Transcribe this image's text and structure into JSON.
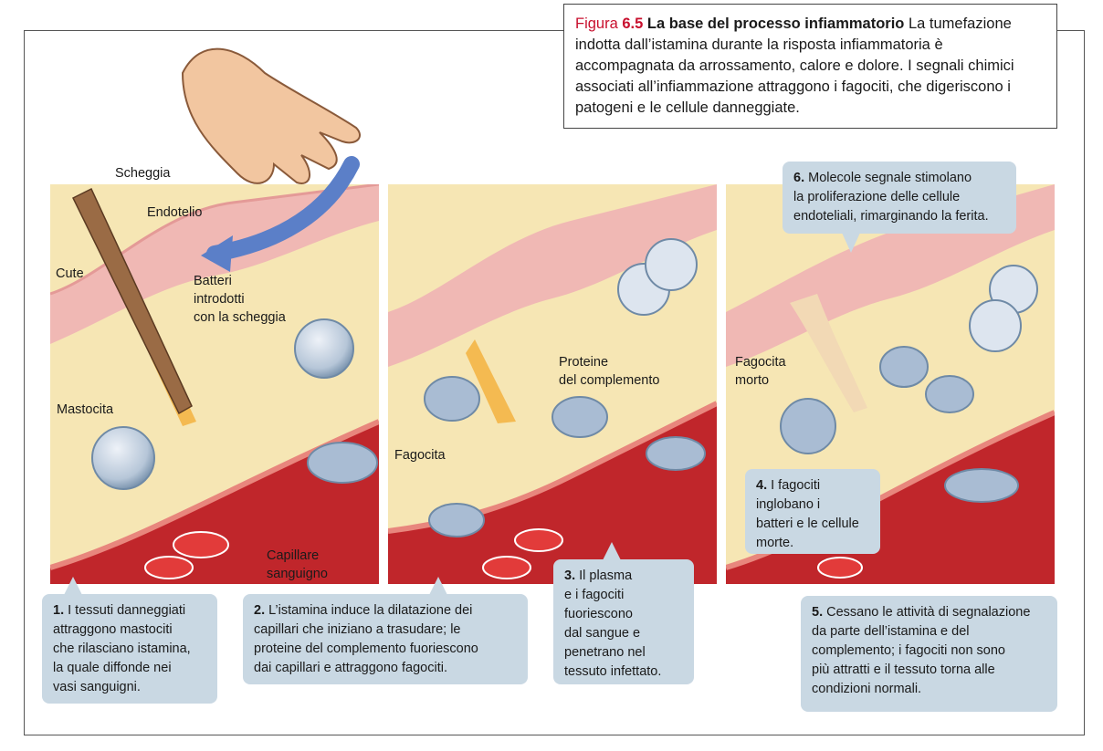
{
  "caption": {
    "figure_label": "Figura ",
    "figure_number": "6.5",
    "title": " La base del processo infiammatorio",
    "text": " La tumefazione indotta dall’istamina durante la risposta infiammatoria è accompagnata da arrossamento, calore e dolore. I segnali chimici associati all’infiammazione attraggono i fagociti, che digeriscono i patogeni e le cellule danneggiate."
  },
  "labels": {
    "scheggia": "Scheggia",
    "endotelio": "Endotelio",
    "cute": "Cute",
    "batteri_1": "Batteri",
    "batteri_2": "introdotti",
    "batteri_3": "con la scheggia",
    "mastocita": "Mastocita",
    "capillare_1": "Capillare",
    "capillare_2": "sanguigno",
    "proteine_1": "Proteine",
    "proteine_2": "del complemento",
    "fagocita": "Fagocita",
    "fagocita_morto_1": "Fagocita",
    "fagocita_morto_2": "morto"
  },
  "steps": {
    "s1": {
      "num": "1.",
      "lines": [
        " I tessuti danneggiati",
        "attraggono mastociti",
        "che rilasciano istamina,",
        "la quale diffonde nei",
        "vasi sanguigni."
      ]
    },
    "s2": {
      "num": "2.",
      "lines": [
        " L’istamina induce la dilatazione dei",
        "capillari che iniziano a trasudare; le",
        "proteine del complemento fuoriescono",
        "dai capillari e attraggono fagociti."
      ]
    },
    "s3": {
      "num": "3.",
      "lines": [
        " Il plasma",
        "e i fagociti",
        "fuoriescono",
        "dal sangue e",
        "penetrano nel",
        "tessuto infettato."
      ]
    },
    "s4": {
      "num": "4.",
      "lines": [
        " I fagociti",
        "inglobano i",
        "batteri e le cellule",
        "morte."
      ]
    },
    "s5": {
      "num": "5.",
      "lines": [
        " Cessano le attività di segnalazione",
        "da parte dell’istamina e del",
        "complemento; i fagociti non sono",
        "più attratti e il tessuto torna alle",
        "condizioni normali."
      ]
    },
    "s6": {
      "num": "6.",
      "lines": [
        " Molecole segnale stimolano",
        "la proliferazione delle cellule",
        "endoteliali, rimarginando la ferita."
      ]
    }
  },
  "colors": {
    "accent_red": "#c8102e",
    "box_fill": "#c9d8e3",
    "tissue_cream": "#f6e6b4",
    "skin_pink": "#f0b8b4",
    "blood_red": "#c0262b",
    "arrow_blue": "#5b7fc8"
  }
}
